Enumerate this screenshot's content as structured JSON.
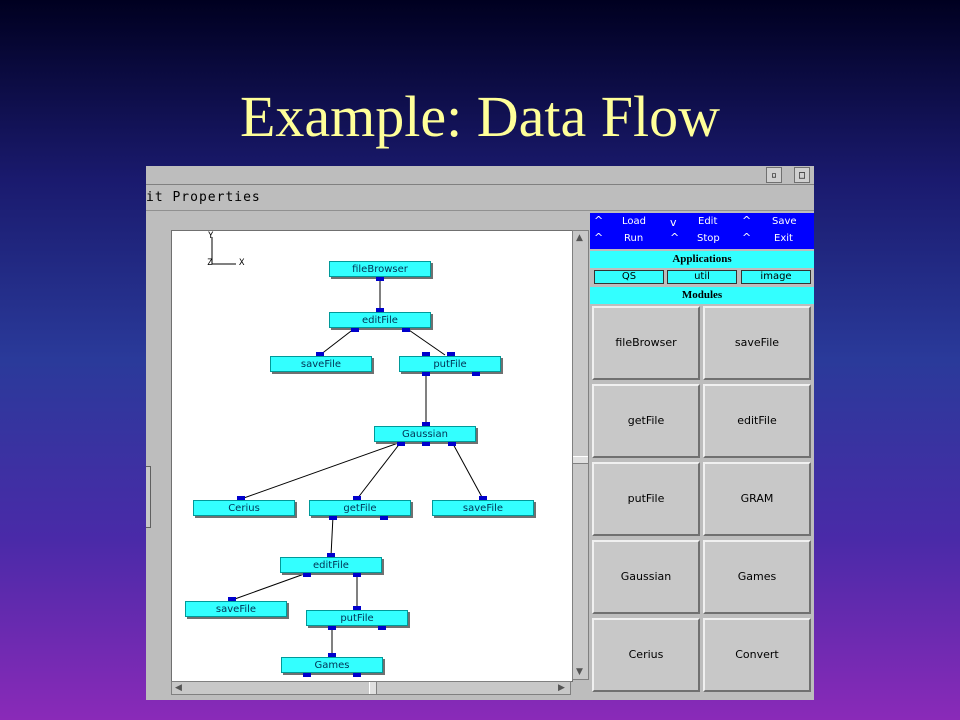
{
  "slide": {
    "title": "Example: Data Flow"
  },
  "window": {
    "titlebar_buttons": [
      "▫",
      "□"
    ],
    "menu_text": "it  Properties"
  },
  "canvas": {
    "axis": {
      "y": "Y",
      "x": "X",
      "z": "Z"
    },
    "nodes": [
      "fileBrowser",
      "editFile",
      "saveFile",
      "putFile",
      "Gaussian",
      "Cerius",
      "getFile",
      "saveFile",
      "editFile",
      "saveFile",
      "putFile",
      "Games"
    ]
  },
  "control_panel": {
    "row1": [
      "Load",
      "Edit",
      "Save"
    ],
    "row2": [
      "Run",
      "Stop",
      "Exit"
    ],
    "applications_label": "Applications",
    "applications": [
      "QS",
      "util",
      "image"
    ],
    "modules_label": "Modules",
    "modules": [
      "fileBrowser",
      "saveFile",
      "getFile",
      "editFile",
      "putFile",
      "GRAM",
      "Gaussian",
      "Games",
      "Cerius",
      "Convert"
    ]
  },
  "colors": {
    "node_fill": "#33ffff",
    "port": "#0000cc",
    "control_bar": "#0000ff",
    "title": "#ffff99"
  }
}
